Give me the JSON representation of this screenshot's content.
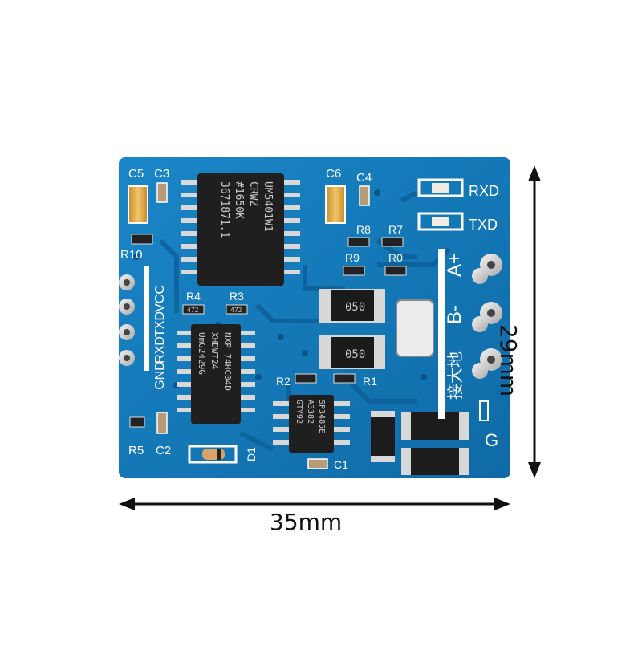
{
  "board": {
    "pcb_color": "#1477b8",
    "silk_labels": {
      "c5": "C5",
      "c3": "C3",
      "c6": "C6",
      "c4": "C4",
      "r10": "R10",
      "r4": "R4",
      "r3": "R3",
      "r8": "R8",
      "r7": "R7",
      "r9": "R9",
      "r0": "R0",
      "r2": "R2",
      "r1": "R1",
      "r5": "R5",
      "c2": "C2",
      "c1": "C1",
      "d1": "D1",
      "rxd_led": "RXD",
      "txd_led": "TXD",
      "a_plus": "A+",
      "b_minus": "B-",
      "ground_cn": "接大地",
      "g": "G",
      "vcc": "VCC",
      "txd_pin": "TXD",
      "rxd_pin": "RXD",
      "gnd_pin": "GND"
    },
    "chip_text": {
      "isolator": [
        "UM5401W1",
        "CRWZ",
        "#1650K",
        "3671871.1"
      ],
      "inverter": [
        "NXP 74HC04D",
        "XHDWT24",
        "UmG2429G"
      ],
      "transceiver": [
        "SP3485E",
        "A3382",
        "GTY92"
      ],
      "module1": "050",
      "module2": "050",
      "res_small": "472"
    }
  },
  "dimensions": {
    "width_label": "35mm",
    "height_label": "29mm"
  }
}
